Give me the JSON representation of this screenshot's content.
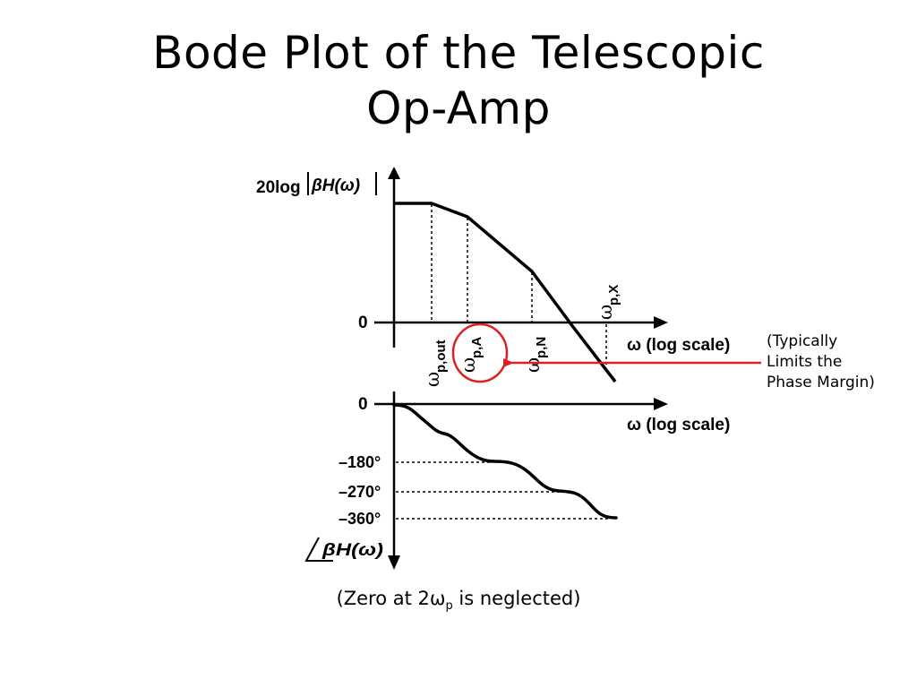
{
  "slide": {
    "title_line1": "Bode Plot of the Telescopic",
    "title_line2": "Op-Amp"
  },
  "magnitude_plot": {
    "y_axis_label_prefix": "20log",
    "y_axis_label_expr": "βH(ω)",
    "zero_label": "0",
    "x_axis_label": "ω (log scale)",
    "pole_labels": [
      {
        "sym": "ω",
        "sub": "p,out"
      },
      {
        "sym": "ω",
        "sub": "p,A"
      },
      {
        "sym": "ω",
        "sub": "p,N"
      },
      {
        "sym": "ω",
        "sub": "p,X"
      }
    ],
    "highlighted_pole": "p,A"
  },
  "phase_plot": {
    "zero_label": "0",
    "x_axis_label": "ω (log scale)",
    "levels": [
      "–180°",
      "–270°",
      "–360°"
    ],
    "y_axis_label": "∠βH(ω)"
  },
  "annotation": {
    "line1": "(Typically",
    "line2": "Limits the",
    "line3": "Phase Margin)",
    "color": "#e02020"
  },
  "footer": {
    "prefix": "(Zero at 2ω",
    "sub": "p",
    "suffix": " is neglected)"
  }
}
